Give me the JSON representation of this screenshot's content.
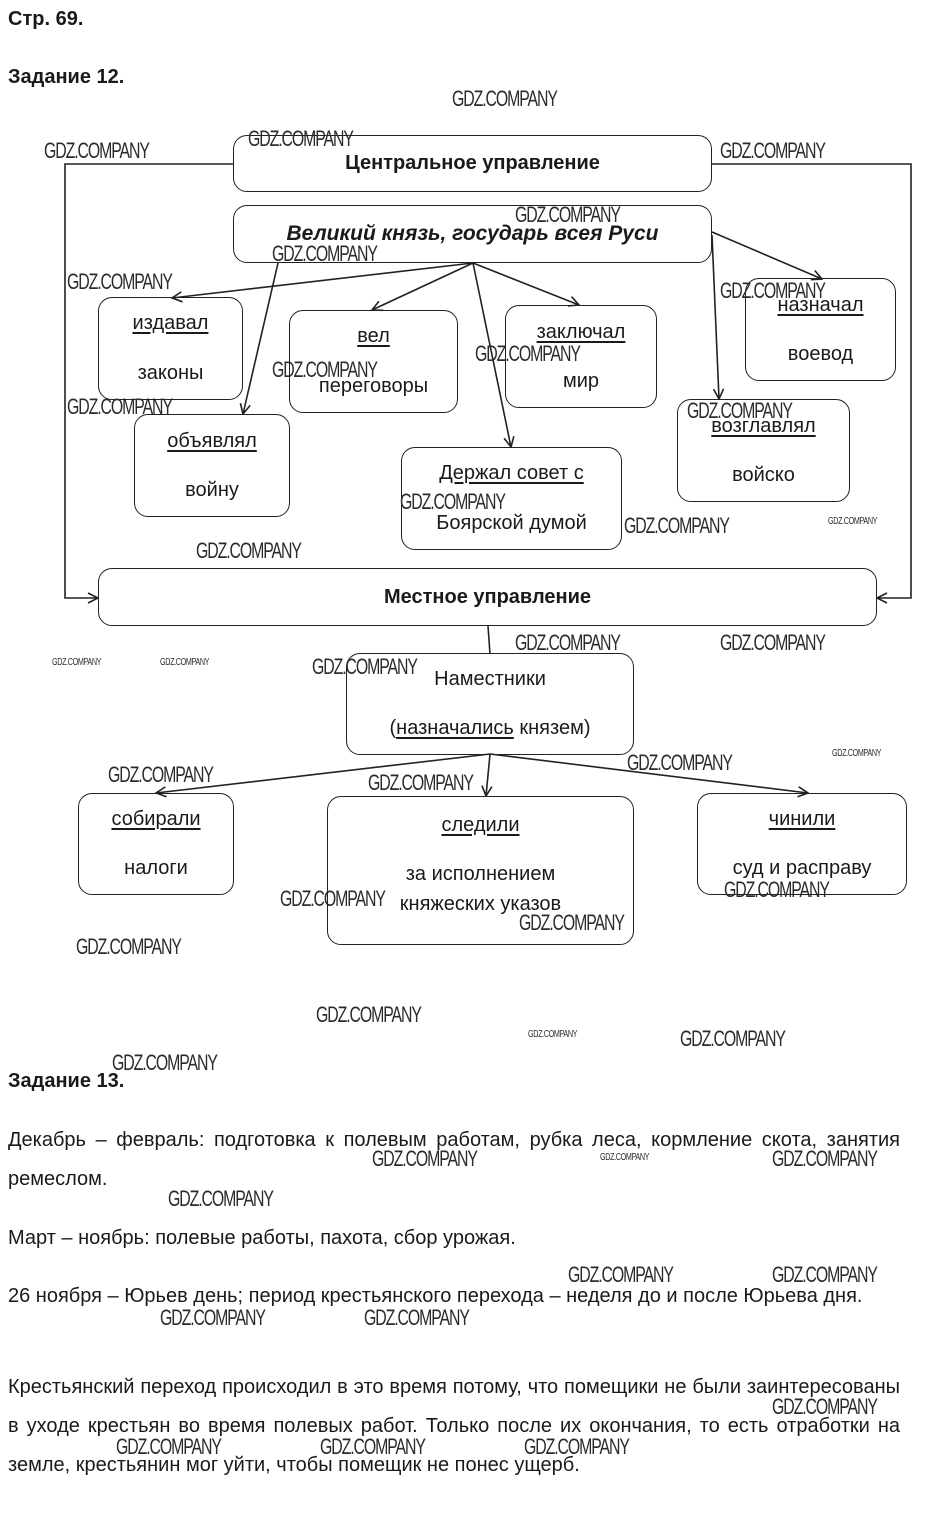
{
  "page": {
    "page_label": "Стр. 69.",
    "task12_heading": "Задание 12.",
    "task13_heading": "Задание 13."
  },
  "diagram": {
    "central": "Центральное управление",
    "grand_prince": "Великий князь, государь всея Руси",
    "prince_functions": [
      {
        "verb": "издавал",
        "object": "законы"
      },
      {
        "verb": "объявлял",
        "object": "войну"
      },
      {
        "verb": "вел",
        "object": "переговоры"
      },
      {
        "verb": "Держал совет с",
        "object": "Боярской думой"
      },
      {
        "verb": "заключал",
        "object": "мир"
      },
      {
        "verb": "назначал",
        "object": "воевод"
      },
      {
        "verb": "возглавлял",
        "object": "войско"
      }
    ],
    "local": "Местное управление",
    "governors": {
      "title": "Наместники",
      "note_open": "(",
      "note_verb": "назначались",
      "note_rest": " князем)"
    },
    "governor_functions": [
      {
        "verb": "собирали",
        "object": "налоги"
      },
      {
        "verb": "следили",
        "object": "за исполнением",
        "object2": "княжеских указов"
      },
      {
        "verb": "чинили",
        "object": "суд и расправу"
      }
    ]
  },
  "task13": {
    "paragraphs": [
      "Декабрь – февраль: подготовка к полевым работам, рубка леса, кормление скота, занятия ремеслом.",
      "Март – ноябрь: полевые работы, пахота, сбор урожая.",
      "26 ноября – Юрьев день; период крестьянского перехода – неделя до и после Юрьева дня.",
      "Крестьянский переход происходил в это время потому, что помещики не были заинтересованы в уходе крестьян во время полевых работ. Только после их окончания, то есть отработки на земле, крестьянин мог уйти, чтобы помещик не понес ущерб."
    ]
  },
  "watermark": "GDZ.COMPANY"
}
